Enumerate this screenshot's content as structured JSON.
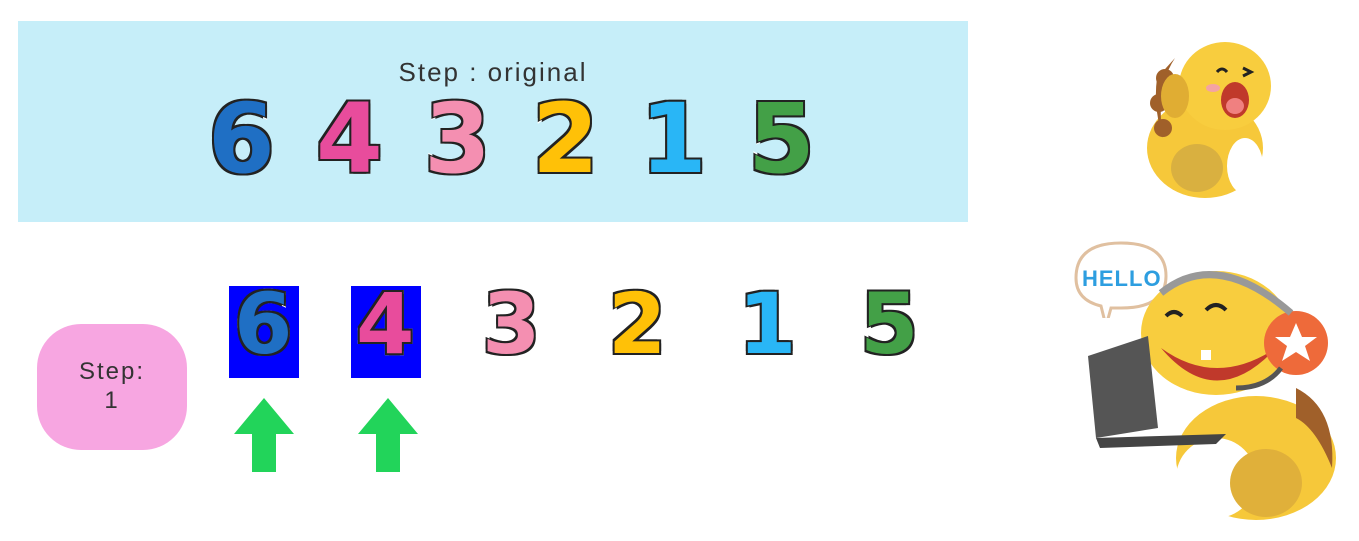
{
  "top": {
    "title": "Step : original",
    "digits": [
      {
        "value": "6",
        "color": "#1f6fc4"
      },
      {
        "value": "4",
        "color": "#e84c9c"
      },
      {
        "value": "3",
        "color": "#f48fb1"
      },
      {
        "value": "2",
        "color": "#ffc107"
      },
      {
        "value": "1",
        "color": "#29b6f6"
      },
      {
        "value": "5",
        "color": "#43a047"
      }
    ]
  },
  "step": {
    "label": "Step:",
    "number": "1"
  },
  "current": {
    "digits": [
      {
        "value": "6",
        "color": "#1f6fc4"
      },
      {
        "value": "4",
        "color": "#e84c9c"
      },
      {
        "value": "3",
        "color": "#f48fb1"
      },
      {
        "value": "2",
        "color": "#ffc107"
      },
      {
        "value": "1",
        "color": "#29b6f6"
      },
      {
        "value": "5",
        "color": "#43a047"
      }
    ],
    "highlighted_indices": [
      0,
      1
    ],
    "highlight_color": "#0000ff",
    "arrow_color": "#22d45a"
  },
  "mascot": {
    "speech_bubble_text": "HELLO"
  }
}
